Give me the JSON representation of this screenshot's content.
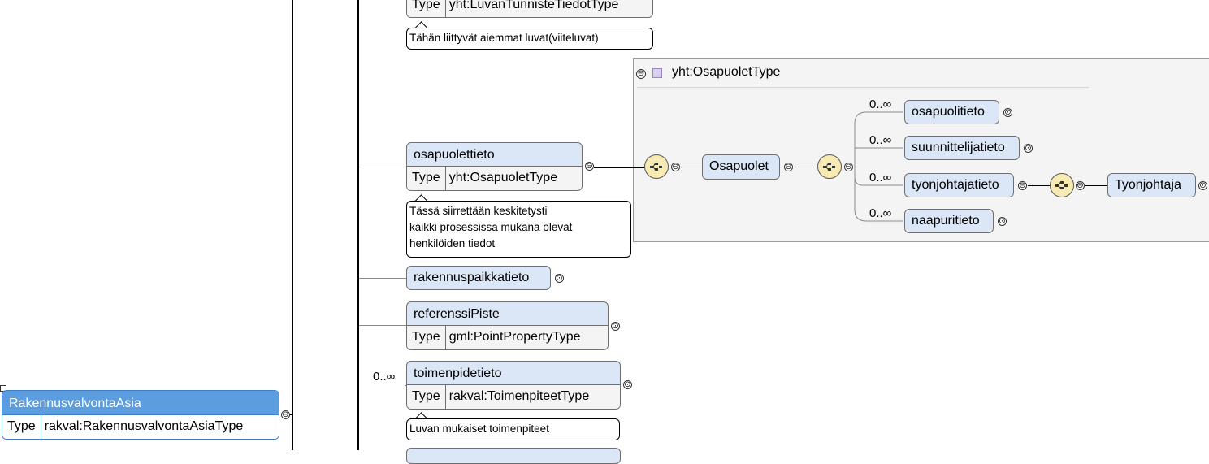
{
  "type_label": "Type",
  "expand_symbol": "⊙",
  "collapse_symbol": "⊖",
  "root": {
    "name": "RakennusvalvontaAsia",
    "type": "rakval:RakennusvalvontaAsiaType"
  },
  "top_node": {
    "type": "yht:LuvanTunnisteTiedotType",
    "annotation": "Tähän liittyvät aiemmat luvat(viiteluvat)"
  },
  "osapuolettieto": {
    "name": "osapuolettieto",
    "type": "yht:OsapuoletType",
    "annotation_lines": [
      "Tässä siirrettään keskitetysti",
      "kaikki prosessissa mukana olevat",
      "henkilöiden tiedot"
    ]
  },
  "rakennuspaikkatieto": {
    "name": "rakennuspaikkatieto"
  },
  "referenssiPiste": {
    "name": "referenssiPiste",
    "type": "gml:PointPropertyType"
  },
  "toimenpidetieto": {
    "name": "toimenpidetieto",
    "type": "rakval:ToimenpiteetType",
    "multiplicity": "0..∞",
    "annotation": "Luvan mukaiset toimenpiteet"
  },
  "osapuolet_type_card": {
    "title": "yht:OsapuoletType",
    "group_element": "Osapuolet",
    "children": [
      {
        "name": "osapuolitieto",
        "multiplicity": "0..∞"
      },
      {
        "name": "suunnittelijatieto",
        "multiplicity": "0..∞"
      },
      {
        "name": "tyonjohtajatieto",
        "multiplicity": "0..∞"
      },
      {
        "name": "naapuritieto",
        "multiplicity": "0..∞"
      }
    ],
    "tyonjohtaja": "Tyonjohtaja"
  },
  "colors": {
    "element_fill": "#dbe6f6",
    "root_fill": "#5b9ddf",
    "sequence_fill": "#f7ebb3",
    "card_fill": "#f4f4f4"
  }
}
